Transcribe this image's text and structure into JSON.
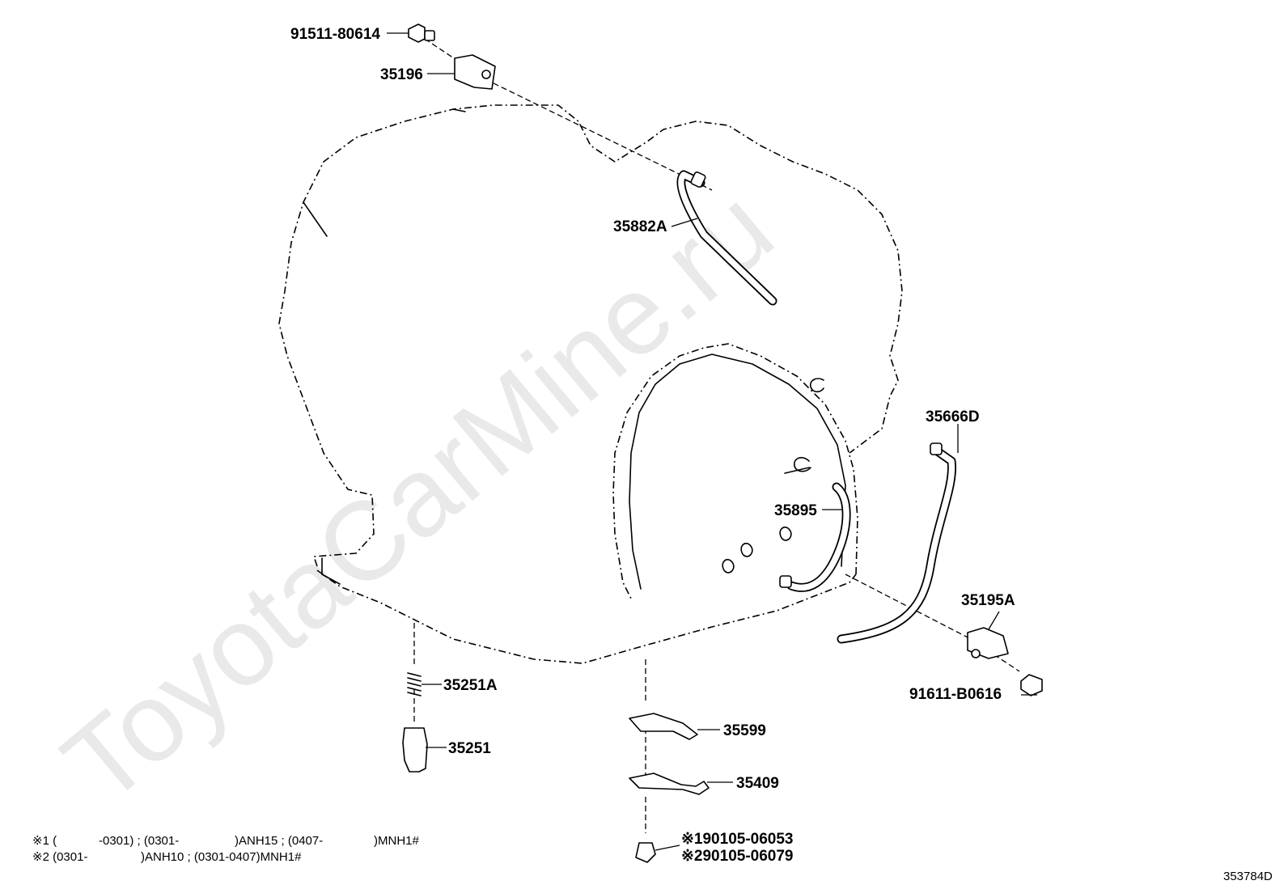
{
  "watermark": "ToyotaCarMine.ru",
  "diagram_code": "353784D",
  "parts": {
    "bolt_top": "91511-80614",
    "clamp_top": "35196",
    "hose_upper": "35882A",
    "hose_right": "35666D",
    "hose_lower": "35895",
    "clamp_right": "35195A",
    "bolt_right": "91611-B0616",
    "spring": "35251A",
    "plunger": "35251",
    "bracket_a": "35599",
    "bracket_b": "35409",
    "bolt_bottom_1": "※190105-06053",
    "bolt_bottom_2": "※290105-06079"
  },
  "notes": {
    "note1_a": "※1 (",
    "note1_b": "-0301) ; (0301-",
    "note1_c": ")ANH15 ; (0407-",
    "note1_d": ")MNH1#",
    "note2_a": "※2 (0301-",
    "note2_b": ")ANH10 ; (0301-0407)MNH1#"
  }
}
